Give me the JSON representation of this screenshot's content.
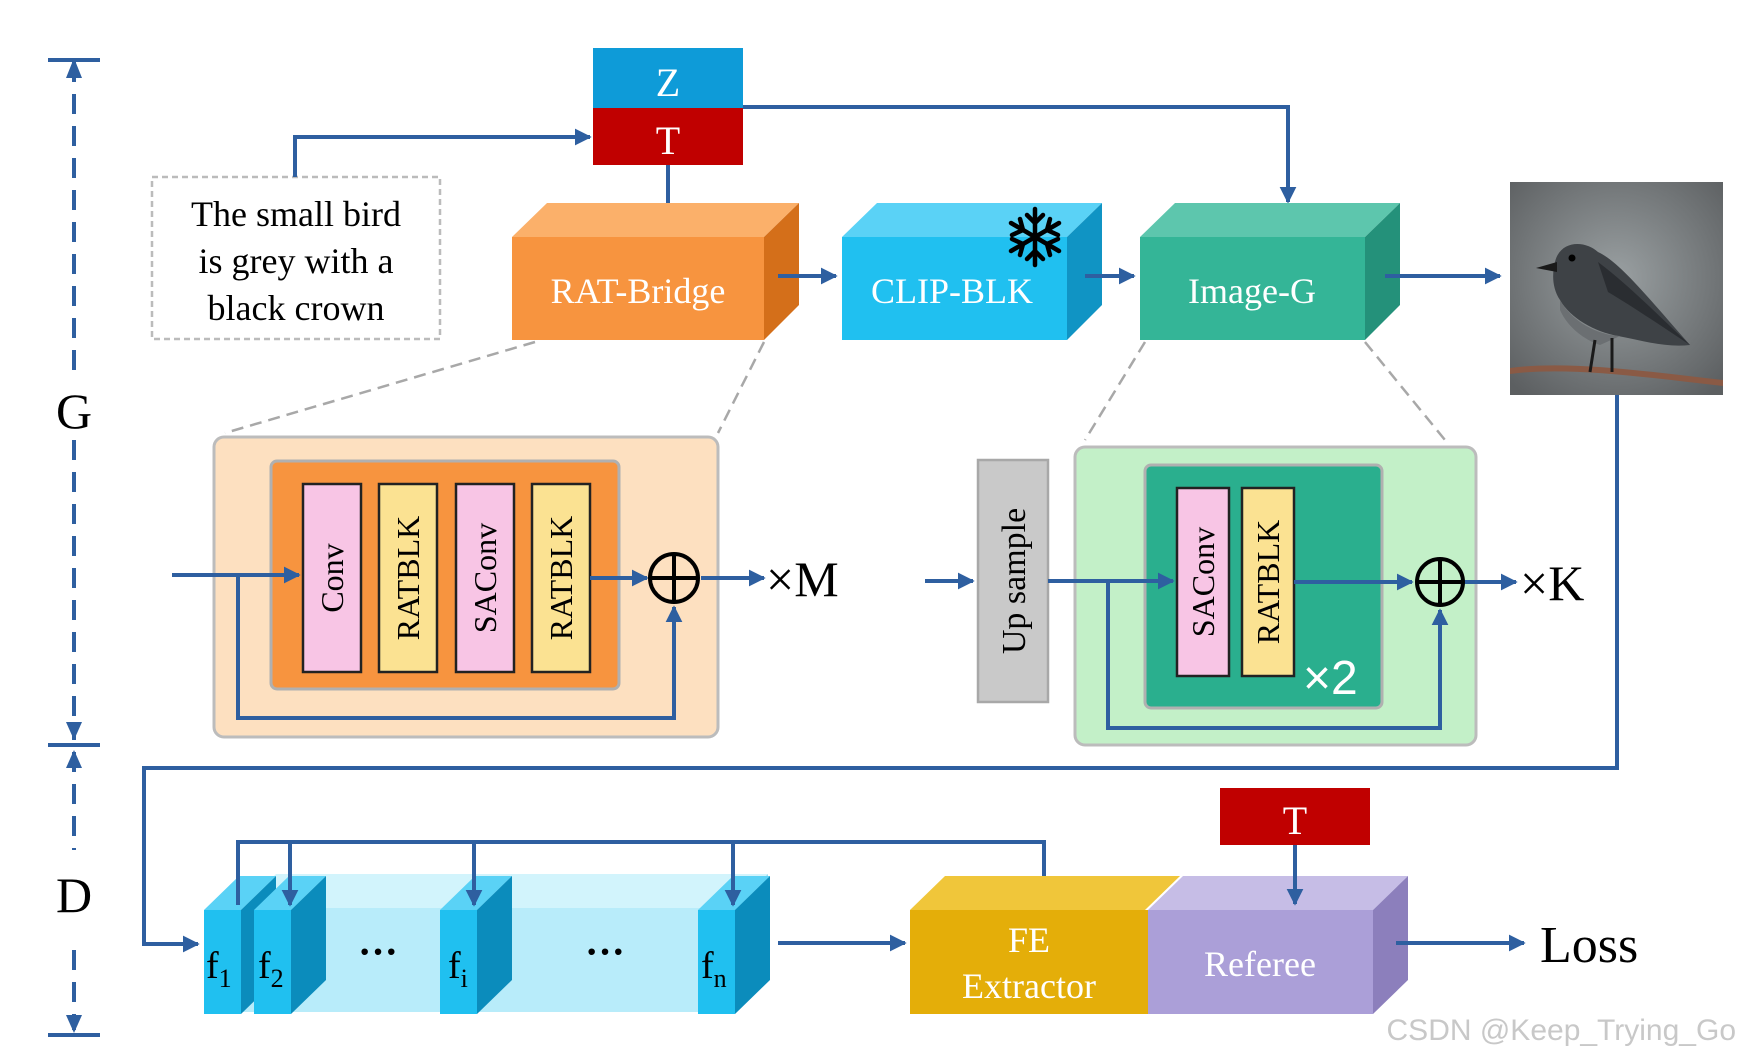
{
  "side_labels": {
    "generator": "G",
    "discriminator": "D"
  },
  "inputs": {
    "z_label": "Z",
    "t_label": "T",
    "text_prompt": [
      "The small bird",
      "is grey with a",
      "black crown"
    ]
  },
  "generator_blocks": {
    "rat_bridge": "RAT-Bridge",
    "clip_blk": "CLIP-BLK",
    "image_g": "Image-G"
  },
  "rat_bridge_detail": {
    "layers": [
      "Conv",
      "RATBLK",
      "SAConv",
      "RATBLK"
    ],
    "repeat": "×M"
  },
  "image_g_detail": {
    "upsample": "Up sample",
    "layers": [
      "SAConv",
      "RATBLK"
    ],
    "inner_repeat": "×2",
    "repeat": "×K"
  },
  "discriminator": {
    "features": [
      "f",
      "f",
      "f",
      "f"
    ],
    "feature_subscripts": [
      "1",
      "2",
      "i",
      "n"
    ],
    "ellipsis": [
      "···",
      "···"
    ],
    "fe_extractor": [
      "FE",
      "Extractor"
    ],
    "referee": "Referee",
    "t_label": "T",
    "output": "Loss"
  },
  "watermark": "CSDN @Keep_Trying_Go",
  "colors": {
    "arrow": "#2e5fa0",
    "z_block": "#0e9bd8",
    "t_block": "#c00000",
    "rat_bridge": "#f7943f",
    "clip_blk": "#20c0f0",
    "image_g": "#34b597",
    "fe_extractor": "#e4ae09",
    "referee": "#ab9fd8"
  },
  "icons": [
    "snowflake-icon",
    "bird-photo",
    "sum-icon"
  ]
}
